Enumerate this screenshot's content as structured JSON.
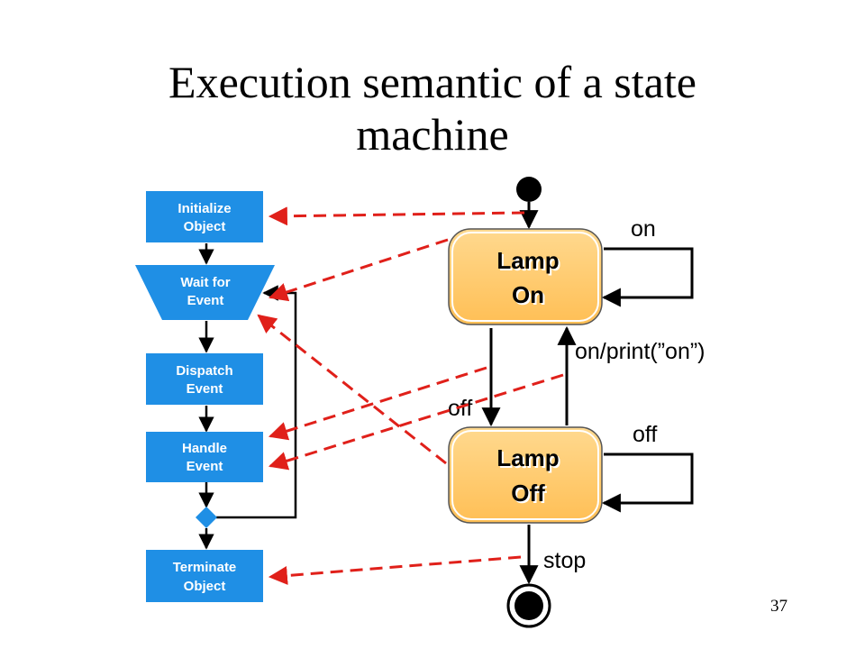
{
  "title_line1": "Execution semantic of a state",
  "title_line2": "machine",
  "page_number": "37",
  "flowchart": {
    "initialize": [
      "Initialize",
      "Object"
    ],
    "wait": [
      "Wait for",
      "Event"
    ],
    "dispatch": [
      "Dispatch",
      "Event"
    ],
    "handle": [
      "Handle",
      "Event"
    ],
    "terminate": [
      "Terminate",
      "Object"
    ]
  },
  "states": {
    "lamp_on": [
      "Lamp",
      "On"
    ],
    "lamp_off": [
      "Lamp",
      "Off"
    ]
  },
  "transitions": {
    "on_self": "on",
    "on_print": "on/print(”on”)",
    "off": "off",
    "off_self": "off",
    "stop": "stop"
  },
  "colors": {
    "flow_box": "#1f8fe5",
    "state_fill": "#ffc96b",
    "dashed_line": "#e0201a"
  }
}
